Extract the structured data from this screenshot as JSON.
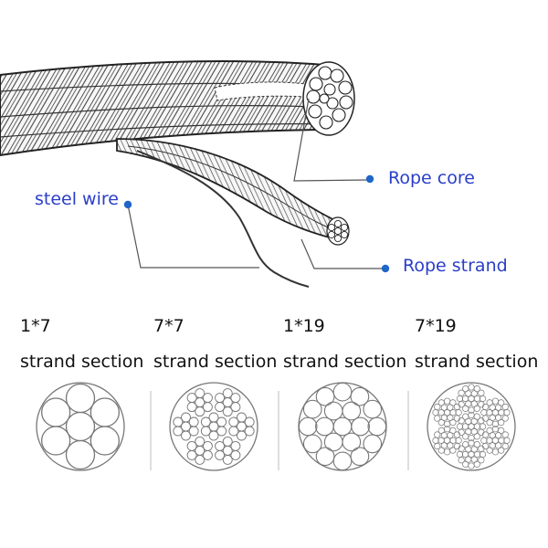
{
  "callouts": {
    "rope_core": "Rope core",
    "steel_wire": "steel wire",
    "rope_strand": "Rope strand"
  },
  "sections": [
    {
      "type": "1*7",
      "label": "strand section"
    },
    {
      "type": "7*7",
      "label": "strand section"
    },
    {
      "type": "1*19",
      "label": "strand section"
    },
    {
      "type": "7*19",
      "label": "strand section"
    }
  ],
  "colors": {
    "callout_text": "#2a3ec8",
    "dot": "#1f66c8",
    "line": "#555555",
    "ink": "#222222"
  }
}
